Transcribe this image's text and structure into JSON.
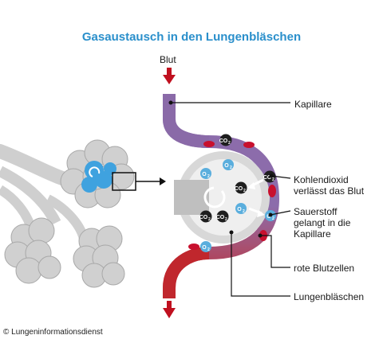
{
  "title": "Gasaustausch in den Lungenbläschen",
  "labels": {
    "blut": "Blut",
    "kapillare": "Kapillare",
    "co2_line1": "Kohlendioxid",
    "co2_line2": "verlässt das Blut",
    "o2_line1": "Sauerstoff",
    "o2_line2": "gelangt in die",
    "o2_line3": "Kapillare",
    "blutzellen": "rote Blutzellen",
    "lungenblaeschen": "Lungenbläschen"
  },
  "molecules": {
    "co2": "CO",
    "co2_sub": "2",
    "o2": "O",
    "o2_sub": "2"
  },
  "copyright": "© Lungeninformationsdienst",
  "colors": {
    "title": "#2a8fcb",
    "capillary_oxygen_poor": "#8a6aa8",
    "capillary_oxygen_rich": "#c0272d",
    "arrow": "#c0101f",
    "alveolus": "#dcdcdc",
    "alveolus_inner": "#efefef",
    "oxygen": "#5aaedd",
    "co2": "#1e1e1e",
    "red_cell": "#c8102e",
    "bronchi": "#cfcfcf"
  }
}
